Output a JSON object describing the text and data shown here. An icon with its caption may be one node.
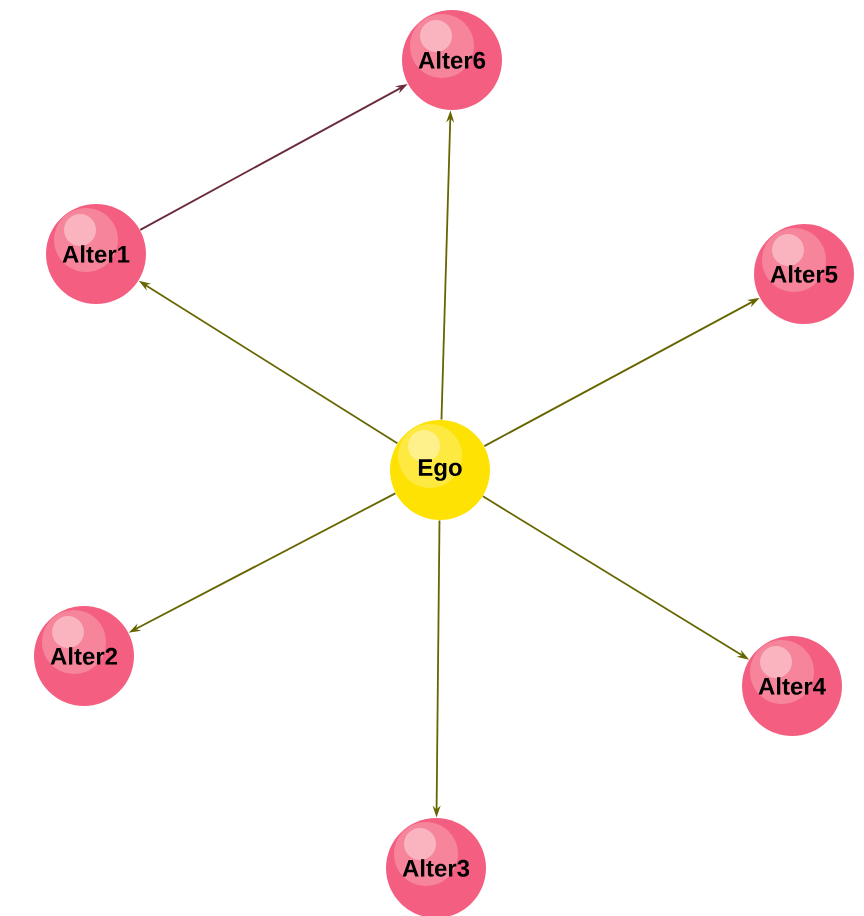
{
  "diagram": {
    "nodes": [
      {
        "text": [
          "Alter6"
        ]
      },
      {
        "text": [
          "Alter1"
        ]
      },
      {
        "text": [
          "Alter5"
        ]
      },
      {
        "text": [
          "Ego"
        ]
      },
      {
        "text": [
          "Alter2"
        ]
      },
      {
        "text": [
          "Alter4"
        ]
      },
      {
        "text": [
          "Alter3"
        ]
      }
    ],
    "edges": [
      {
        "from": 3,
        "to": 1,
        "arrow": "to"
      },
      {
        "from": 3,
        "to": 0,
        "arrow": "to"
      },
      {
        "from": 3,
        "to": 2,
        "arrow": "to"
      },
      {
        "from": 3,
        "to": 4,
        "arrow": "to"
      },
      {
        "from": 3,
        "to": 6,
        "arrow": "to"
      },
      {
        "from": 3,
        "to": 5,
        "arrow": "to"
      },
      {
        "from": 1,
        "to": 0,
        "arrow": "to",
        "color": "#6b2a3a"
      }
    ]
  }
}
